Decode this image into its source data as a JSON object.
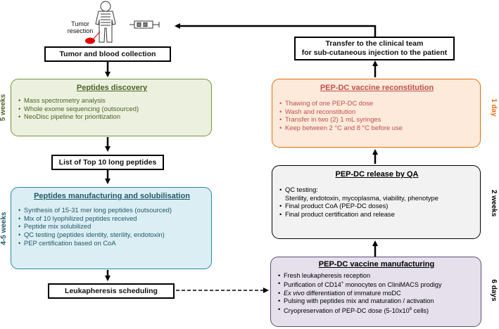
{
  "top": {
    "tumor_label_line1": "Tumor",
    "tumor_label_line2": "resection"
  },
  "nodes": {
    "tumor_blood": "Tumor and blood collection",
    "top10": "List of Top 10 long peptides",
    "leuka": "Leukapheresis scheduling",
    "transfer_line1": "Transfer to the clinical team",
    "transfer_line2": "for sub-cutaneous injection to the patient"
  },
  "peptides_discovery": {
    "title": "Peptides discovery",
    "duration": "5 weeks",
    "items": [
      "Mass spectrometry analysis",
      "Whole exome sequencing (outsourced)",
      "NeoDisc pipeline for prioritization"
    ]
  },
  "manufacturing": {
    "title": "Peptides manufacturing and solubilisation",
    "duration": "4-5 weeks",
    "items": [
      "Synthesis of 15-31 mer long peptides (outsourced)",
      "Mix of 10 lyophilized peptides received",
      "Peptide mix solubilized",
      "QC testing (peptides identity, sterility, endotoxin)",
      "PEP certification based on CoA"
    ]
  },
  "reconstitution": {
    "title": "PEP-DC vaccine reconstitution",
    "duration": "1 day",
    "items": [
      "Thawing of one PEP-DC dose",
      "Wash and reconstitution",
      "Transfer in two (2) 1 mL syringes",
      "Keep between 2 °C and 8 °C before use"
    ]
  },
  "release": {
    "title": "PEP-DC release by QA",
    "duration": "2 weeks",
    "item0": "QC testing:",
    "item0_sub": "Sterility, endotoxin, mycoplasma, viability, phenotype",
    "item1": "Final product CoA (PEP-DC doses)",
    "item2": "Final product certification and release"
  },
  "vaccine_manufacturing": {
    "title": "PEP-DC vaccine manufacturing",
    "duration": "6 days",
    "item0": "Fresh leukapheresis reception",
    "item1_pre": "Purification of CD14",
    "item1_sup": "+",
    "item1_post": " monocytes on CliniMACS prodigy",
    "item2_em": "Ex vivo",
    "item2_post": " differentiation of immature moDC",
    "item3": "Pulsing with peptides mix and maturation / activation",
    "item4_pre": "Cryopreservation of PEP-DC dose (5-10x10",
    "item4_sup": "6",
    "item4_post": " cells)"
  },
  "colors": {
    "green_fill": "#ebf1de",
    "green_border": "#77933c",
    "green_text": "#4f6228",
    "blue_fill": "#dbeef4",
    "blue_border": "#31859c",
    "blue_text": "#215968",
    "orange_fill": "#fdeada",
    "orange_border": "#e46c0a",
    "orange_text": "#c0504d",
    "gray_fill": "#f2f2f2",
    "purple_fill": "#e5e0ec",
    "purple_border": "#604a7b"
  }
}
